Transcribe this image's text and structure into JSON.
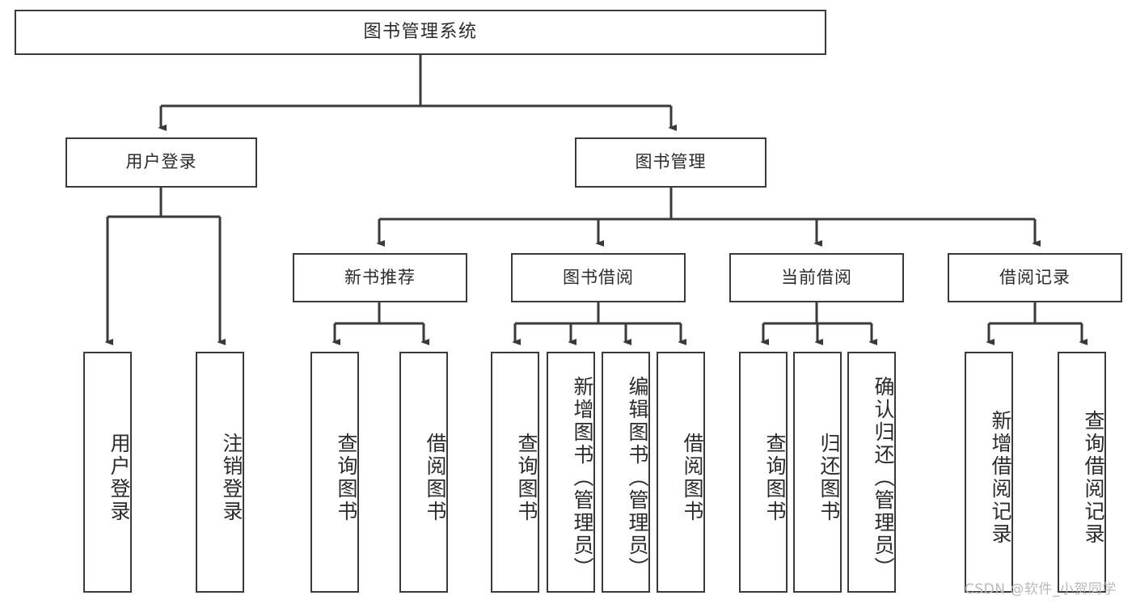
{
  "diagram": {
    "title": "图书管理系统",
    "type": "tree-hierarchy-chart",
    "watermark": "CSDN @软件_小贺同学",
    "colors": {
      "box_border": "#3a3a3a",
      "box_fill": "#ffffff",
      "edge": "#3a3a3a",
      "text": "#2b2b2b",
      "watermark": "#b9b9b9",
      "background": "#ffffff"
    },
    "nodes": {
      "root": {
        "label": "图书管理系统"
      },
      "level2": [
        {
          "id": "user-login",
          "label": "用户登录"
        },
        {
          "id": "book-manage",
          "label": "图书管理"
        }
      ],
      "level3": [
        {
          "id": "new-book-recommend",
          "label": "新书推荐"
        },
        {
          "id": "book-borrow",
          "label": "图书借阅"
        },
        {
          "id": "current-borrow",
          "label": "当前借阅"
        },
        {
          "id": "borrow-record",
          "label": "借阅记录"
        }
      ],
      "leaves": {
        "user-login": [
          {
            "id": "leaf-user-login",
            "label": "用户登录"
          },
          {
            "id": "leaf-logout",
            "label": "注销登录"
          }
        ],
        "new-book-recommend": [
          {
            "id": "leaf-query-book-1",
            "label": "查询图书"
          },
          {
            "id": "leaf-borrow-book-1",
            "label": "借阅图书"
          }
        ],
        "book-borrow": [
          {
            "id": "leaf-query-book-2",
            "label": "查询图书"
          },
          {
            "id": "leaf-add-book",
            "label": "新增图书（管理员）"
          },
          {
            "id": "leaf-edit-book",
            "label": "编辑图书（管理员）"
          },
          {
            "id": "leaf-borrow-book-2",
            "label": "借阅图书"
          }
        ],
        "current-borrow": [
          {
            "id": "leaf-query-book-3",
            "label": "查询图书"
          },
          {
            "id": "leaf-return-book",
            "label": "归还图书"
          },
          {
            "id": "leaf-confirm-return",
            "label": "确认归还（管理员）"
          }
        ],
        "borrow-record": [
          {
            "id": "leaf-add-record",
            "label": "新增借阅记录"
          },
          {
            "id": "leaf-query-record",
            "label": "查询借阅记录"
          }
        ]
      }
    }
  }
}
